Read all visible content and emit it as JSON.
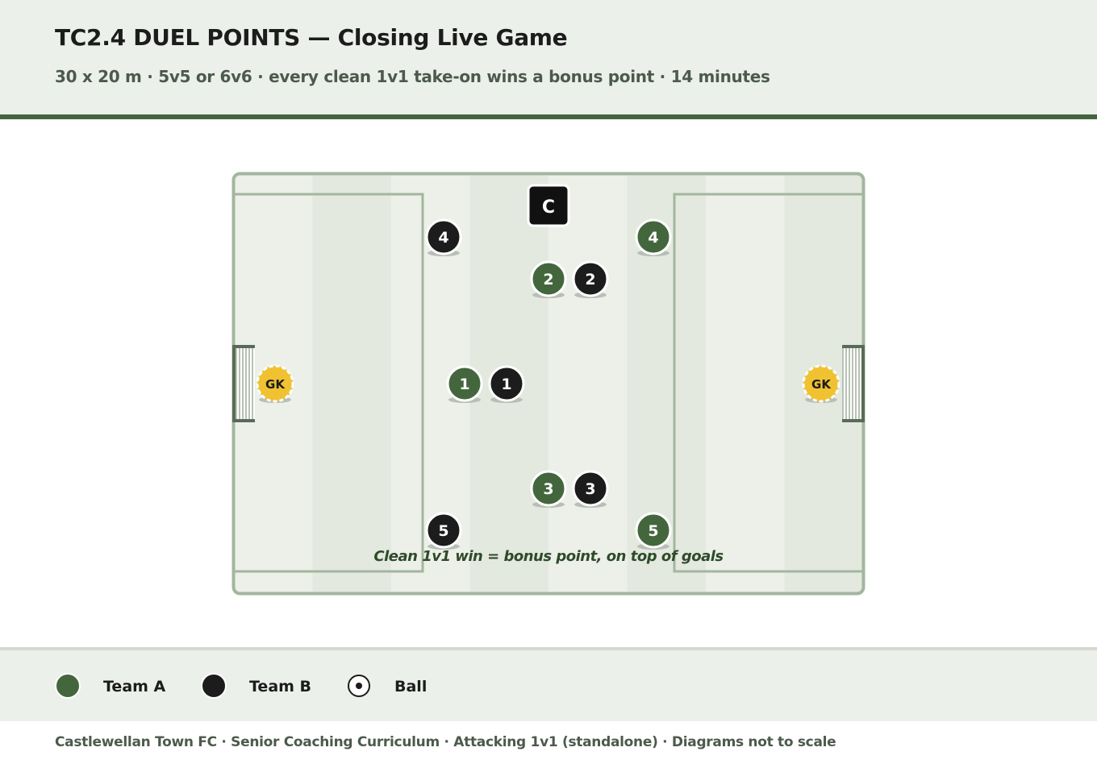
{
  "header": {
    "title": "TC2.4 DUEL POINTS — Closing Live Game",
    "subtitle": "30 x 20 m · 5v5 or 6v6 · every clean 1v1 take-on wins a bonus point · 14 minutes"
  },
  "colors": {
    "team_a": "#44663d",
    "team_b": "#1c1c1c",
    "goalkeeper": "#f0c232",
    "pitch_line": "#a4b5a0",
    "accent": "#44663d"
  },
  "pitch": {
    "coach_label": "C",
    "goalkeeper_left_label": "GK",
    "goalkeeper_right_label": "GK",
    "annotation": "Clean 1v1 win = bonus point, on top of goals",
    "team_a_players": [
      "4",
      "2",
      "1",
      "3",
      "5"
    ],
    "team_b_players": [
      "4",
      "2",
      "1",
      "3",
      "5"
    ]
  },
  "legend": [
    {
      "label": "Team A",
      "icon": "team-a-dot"
    },
    {
      "label": "Team B",
      "icon": "team-b-dot"
    },
    {
      "label": "Ball",
      "icon": "ball-icon"
    }
  ],
  "footer": {
    "text": "Castlewellan Town FC · Senior Coaching Curriculum · Attacking 1v1 (standalone) · Diagrams not to scale"
  }
}
